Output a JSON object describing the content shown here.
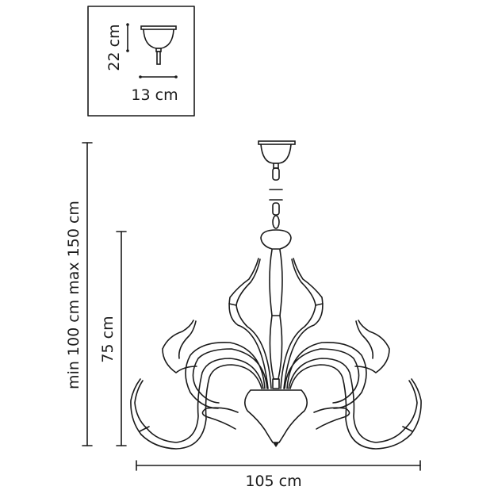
{
  "inset": {
    "height_label": "22 cm",
    "width_label": "13 cm"
  },
  "dimensions": {
    "total_height_label": "min 100 cm max 150 cm",
    "body_height_label": "75 cm",
    "width_label": "105 cm"
  }
}
